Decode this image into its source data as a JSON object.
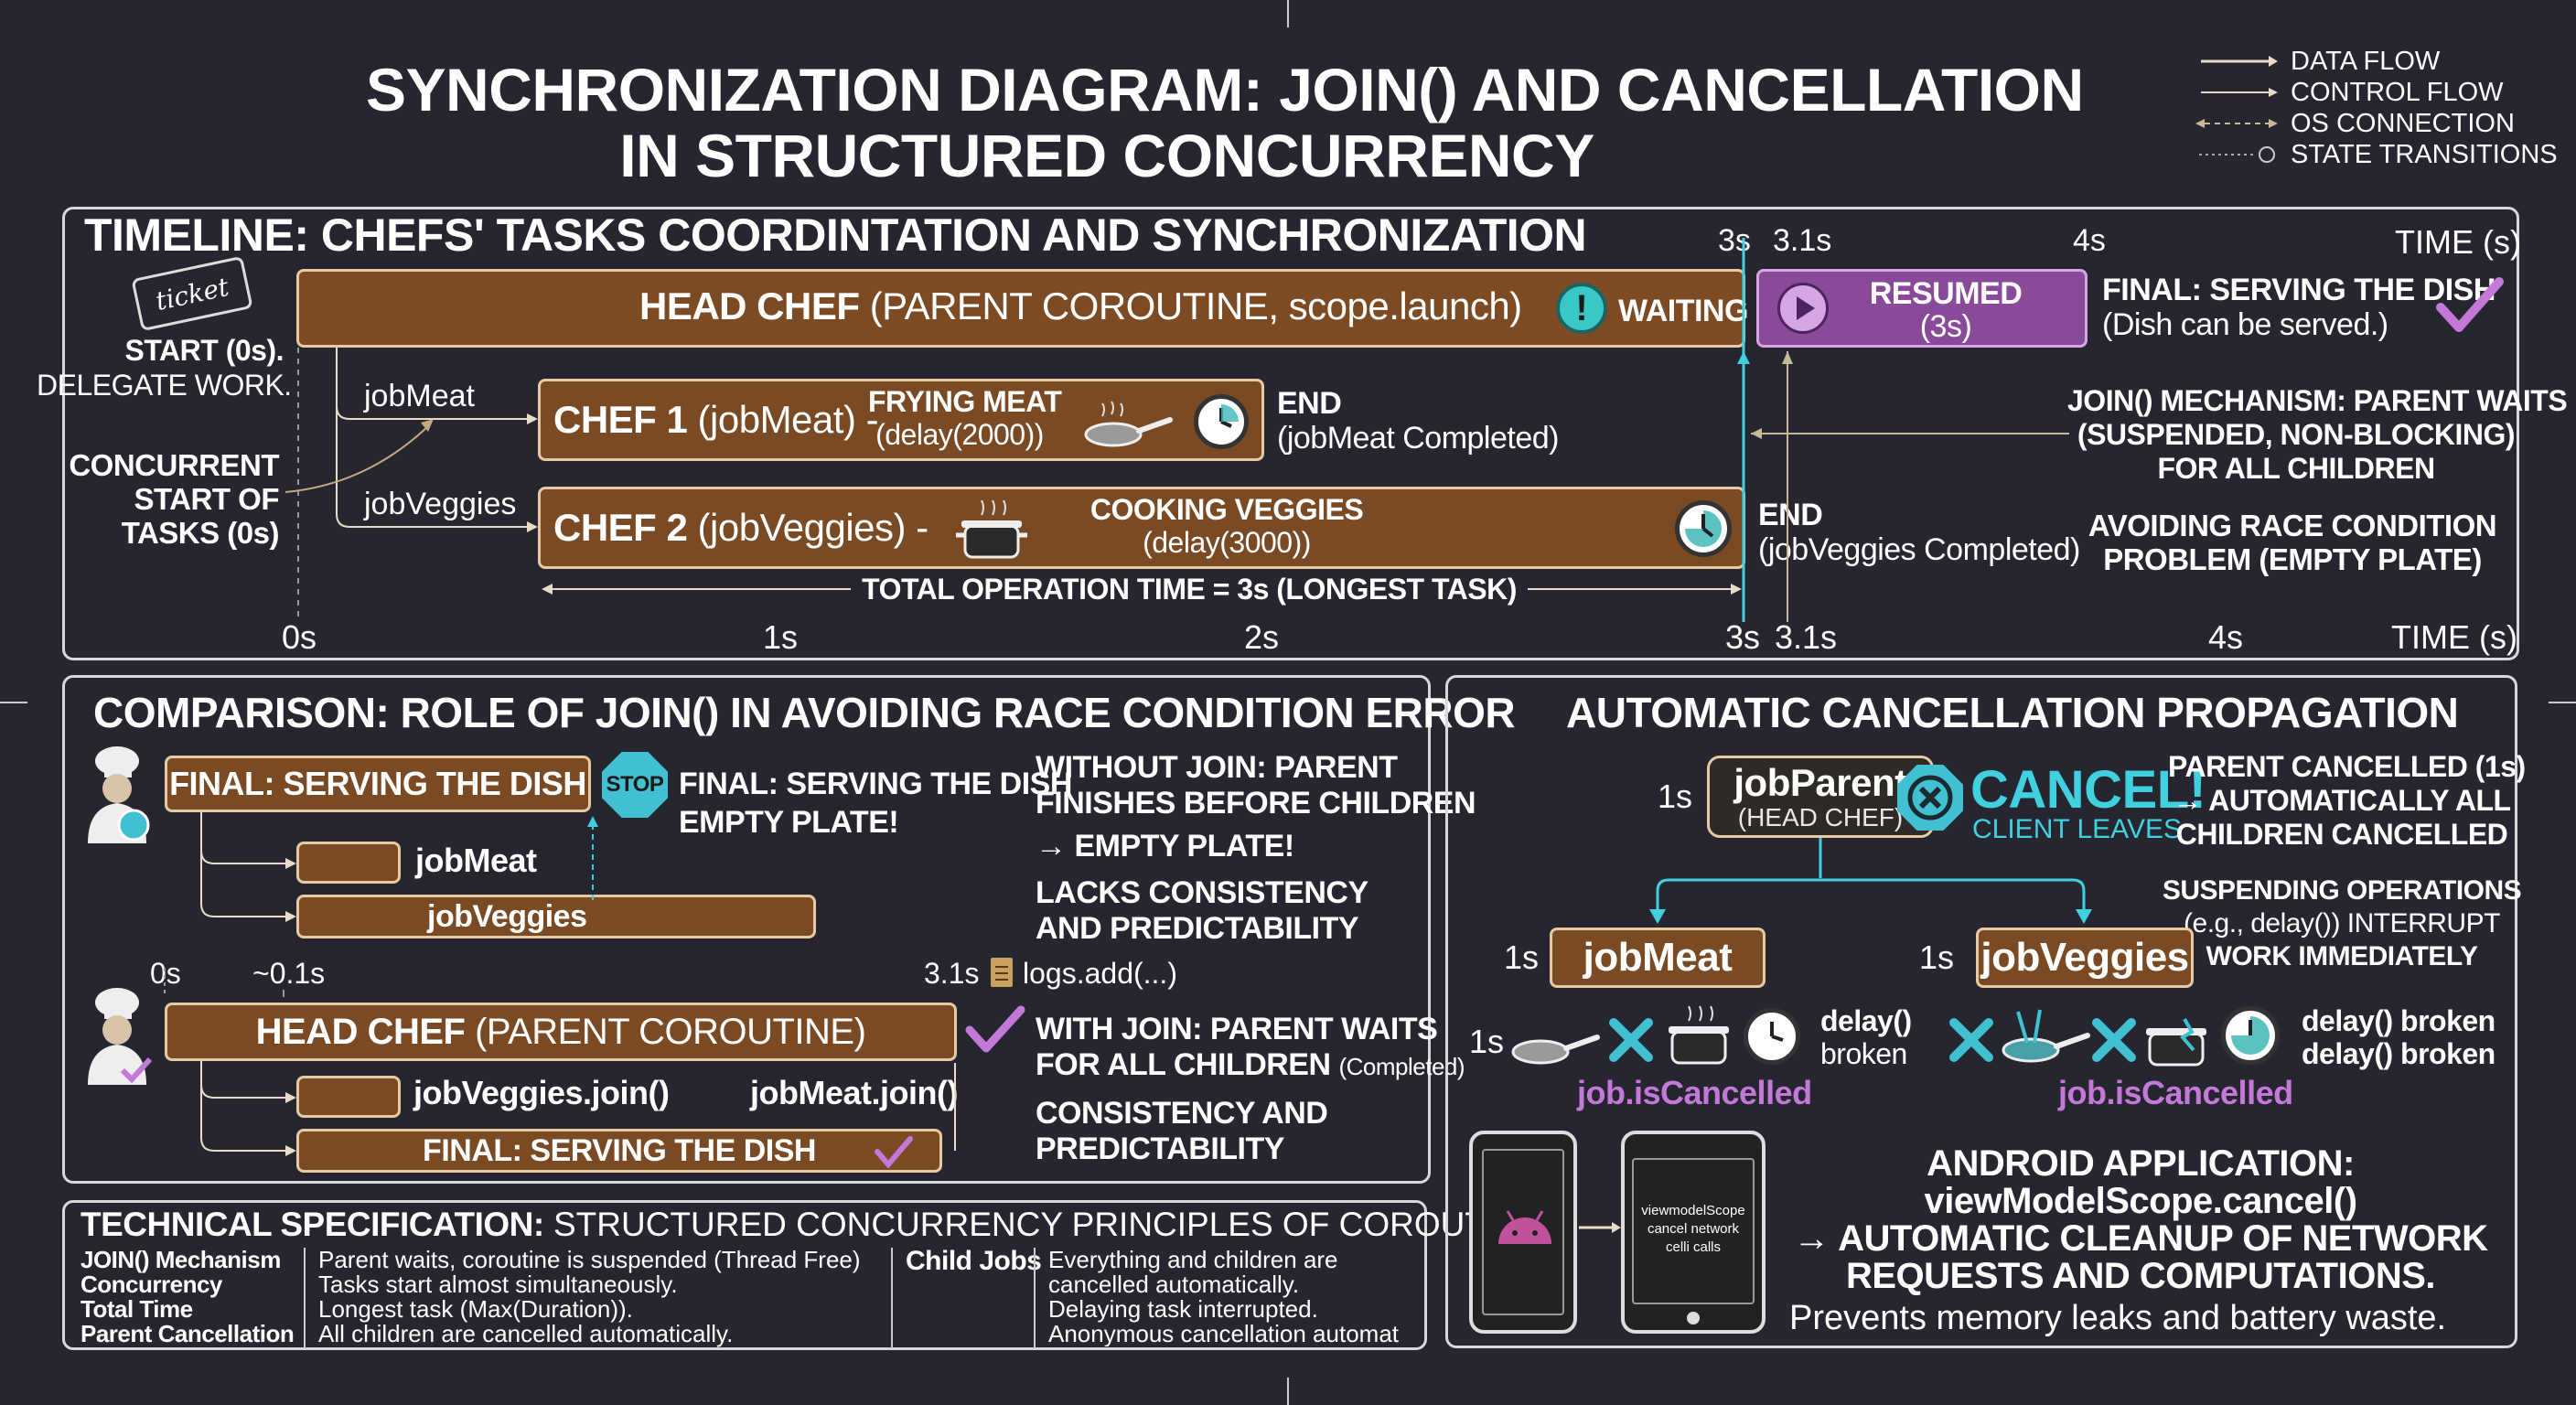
{
  "title": {
    "line1": "SYNCHRONIZATION DIAGRAM: JOIN() AND CANCELLATION",
    "line2": "IN STRUCTURED CONCURRENCY"
  },
  "legend": [
    "DATA FLOW",
    "CONTROL FLOW",
    "OS CONNECTION",
    "STATE TRANSITIONS"
  ],
  "timeline": {
    "title": "TIMELINE: CHEFS' TASKS COORDINTATION AND SYNCHRONIZATION",
    "ticket": "ticket",
    "start_line1": "START (0s).",
    "start_line2": "DELEGATE WORK.",
    "concurrent": [
      "CONCURRENT",
      "START OF",
      "TASKS (0s)"
    ],
    "top_axis": {
      "t3": "3s",
      "t31": "3.1s",
      "t4": "4s",
      "time": "TIME (s)"
    },
    "head_chef_bold": "HEAD CHEF",
    "head_chef_rest": "(PARENT COROUTINE, scope.launch)",
    "waiting": "WAITING",
    "resumed": "RESUMED",
    "resumed_sub": "(3s)",
    "final_title": "FINAL: SERVING THE DISH",
    "final_sub": "(Dish can be served.)",
    "jobmeat_label": "jobMeat",
    "jobveggies_label": "jobVeggies",
    "chef1_bold": "CHEF 1",
    "chef1_rest": "(jobMeat) -",
    "frying": "FRYING MEAT",
    "frying_sub": "(delay(2000))",
    "end1": "END",
    "end1_sub": "(jobMeat Completed)",
    "chef2_bold": "CHEF 2",
    "chef2_rest": "(jobVeggies) -",
    "cooking": "COOKING VEGGIES",
    "cooking_sub": "(delay(3000))",
    "end2": "END",
    "end2_sub": "(jobVeggies Completed)",
    "join_mech": [
      "JOIN() MECHANISM: PARENT WAITS",
      "(SUSPENDED, NON-BLOCKING)",
      "FOR ALL CHILDREN"
    ],
    "avoid_race": [
      "AVOIDING RACE CONDITION",
      "PROBLEM (EMPTY PLATE)"
    ],
    "total": "TOTAL OPERATION TIME = 3s (LONGEST TASK)",
    "bottom_axis": {
      "t0": "0s",
      "t1": "1s",
      "t2": "2s",
      "t3": "3s",
      "t31": "3.1s",
      "t4": "4s",
      "time": "TIME (s)"
    }
  },
  "comparison": {
    "title": "COMPARISON: ROLE OF JOIN() IN AVOIDING RACE CONDITION ERROR",
    "final_serving": "FINAL: SERVING THE DISH",
    "stop": "STOP",
    "final_right1": "FINAL: SERVING THE DISH",
    "final_right2": "EMPTY PLATE!",
    "jobmeat": "jobMeat",
    "jobveggies": "jobVeggies",
    "without": [
      "WITHOUT JOIN: PARENT",
      "FINISHES BEFORE CHILDREN"
    ],
    "empty": "→ EMPTY PLATE!",
    "lacks": [
      "LACKS CONSISTENCY",
      "AND PREDICTABILITY"
    ],
    "t0": "0s",
    "t01": "~0.1s",
    "t31": "3.1s",
    "logs": "logs.add(...)",
    "head_bold": "HEAD CHEF",
    "head_rest": "(PARENT COROUTINE)",
    "veg_join": "jobVeggies.join()",
    "meat_join": "jobMeat.join()",
    "final_bottom": "FINAL: SERVING THE DISH",
    "with1": "WITH JOIN: PARENT WAITS",
    "with2": "FOR ALL CHILDREN",
    "with2_small": "(Completed)",
    "consistency": [
      "CONSISTENCY AND",
      "PREDICTABILITY"
    ]
  },
  "spec": {
    "title_bold": "TECHNICAL SPECIFICATION:",
    "title_rest": "STRUCTURED CONCURRENCY PRINCIPLES OF COROUTINES",
    "keys": [
      "JOIN() Mechanism",
      "Concurrency",
      "Total Time",
      "Parent Cancellation"
    ],
    "values": [
      "Parent waits, coroutine is suspended (Thread Free)",
      "Tasks start almost simultaneously.",
      "Longest task (Max(Duration)).",
      "All children are cancelled automatically."
    ],
    "child_jobs": "Child Jobs",
    "child_values": [
      "Everything and children are",
      "cancelled automatically.",
      "Delaying task interrupted.",
      "Anonymous cancellation automat"
    ]
  },
  "cancellation": {
    "title": "AUTOMATIC CANCELLATION PROPAGATION",
    "t1s": "1s",
    "job_parent": "jobParent",
    "head_chef": "(HEAD CHEF)",
    "cancel": "CANCEL!",
    "client_leaves": "CLIENT LEAVES",
    "parent_cancelled": [
      "PARENT CANCELLED (1s)",
      "→ AUTOMATICALLY ALL",
      "CHILDREN CANCELLED"
    ],
    "suspending": [
      "SUSPENDING OPERATIONS",
      "(e.g., delay()) INTERRUPT",
      "WORK IMMEDIATELY"
    ],
    "jobmeat": "jobMeat",
    "jobveggies": "jobVeggies",
    "meat_t": "1s",
    "veg_t": "1s",
    "icons_t": "1s",
    "delay": "delay()",
    "broken": "broken",
    "delay_broken": "delay() broken",
    "is_cancelled": "job.isCancelled",
    "phone_screen": [
      "viewmodelScope",
      "cancel network",
      "celli calls"
    ],
    "android": [
      "ANDROID APPLICATION:",
      "viewModelScope.cancel()",
      "→ AUTOMATIC CLEANUP OF NETWORK",
      "REQUESTS AND COMPUTATIONS."
    ],
    "prevents": "Prevents memory leaks and battery waste."
  },
  "colors": {
    "background": "#262630",
    "bar_brown": "#7a4a24",
    "bar_border": "#e7c9a2",
    "purple": "#c478d8",
    "cyan": "#40d0e0",
    "resumed_bg": "#8a4a9a"
  }
}
